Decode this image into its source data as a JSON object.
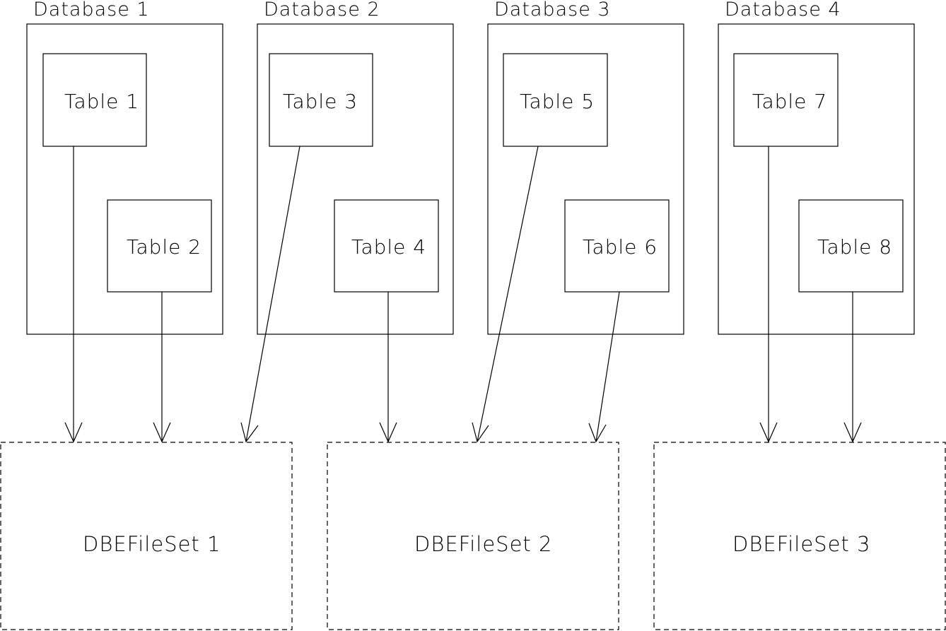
{
  "databases": [
    {
      "label": "Database 1",
      "tables": [
        "Table 1",
        "Table 2"
      ]
    },
    {
      "label": "Database 2",
      "tables": [
        "Table 3",
        "Table 4"
      ]
    },
    {
      "label": "Database 3",
      "tables": [
        "Table 5",
        "Table 6"
      ]
    },
    {
      "label": "Database 4",
      "tables": [
        "Table 7",
        "Table 8"
      ]
    }
  ],
  "filesets": [
    {
      "label": "DBEFileSet 1"
    },
    {
      "label": "DBEFileSet 2"
    },
    {
      "label": "DBEFileSet 3"
    }
  ],
  "mappings": [
    {
      "table": "Table 1",
      "fileset": "DBEFileSet 1"
    },
    {
      "table": "Table 2",
      "fileset": "DBEFileSet 1"
    },
    {
      "table": "Table 3",
      "fileset": "DBEFileSet 1"
    },
    {
      "table": "Table 4",
      "fileset": "DBEFileSet 2"
    },
    {
      "table": "Table 5",
      "fileset": "DBEFileSet 2"
    },
    {
      "table": "Table 6",
      "fileset": "DBEFileSet 2"
    },
    {
      "table": "Table 7",
      "fileset": "DBEFileSet 3"
    },
    {
      "table": "Table 8",
      "fileset": "DBEFileSet 3"
    }
  ]
}
